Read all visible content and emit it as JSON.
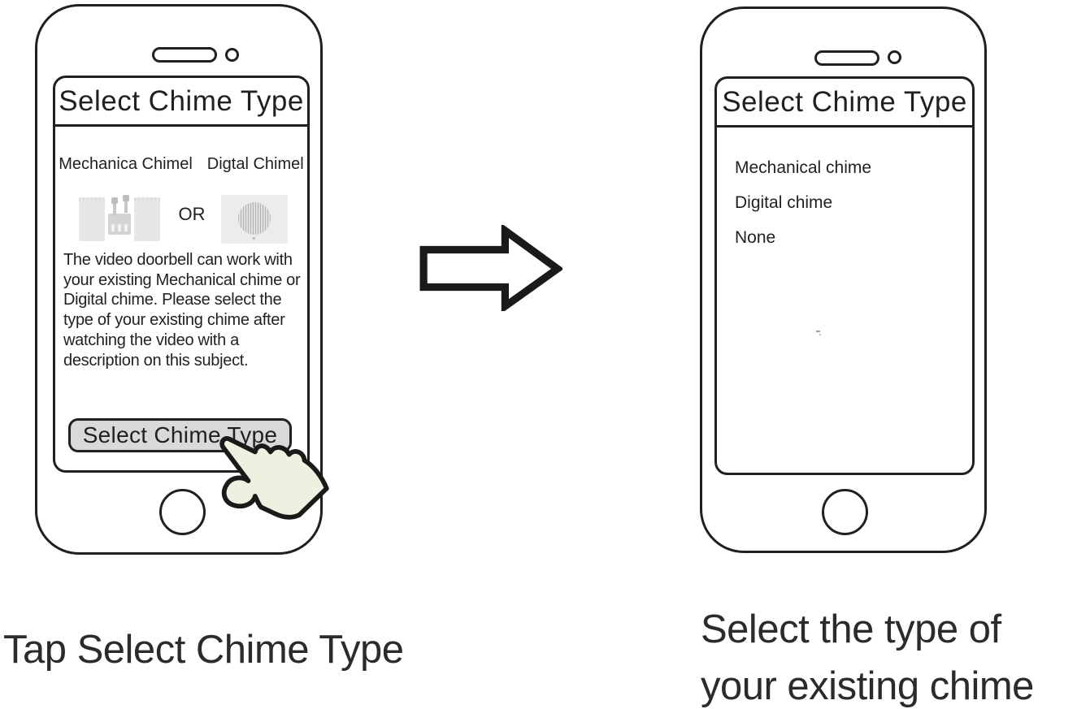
{
  "step1": {
    "screen_title": "Select Chime Type",
    "label_mechanical": "Mechanica Chimel",
    "label_digital": "Digtal Chimel",
    "or_label": "OR",
    "description": "The video doorbell can work with your existing Mechanical chime or Digital chime. Please select the type of your existing chime after watching the video with a description on this subject.",
    "button_label": "Select Chime Type",
    "caption": "Tap Select Chime Type"
  },
  "step2": {
    "screen_title": "Select Chime Type",
    "options": [
      "Mechanical chime",
      "Digital chime",
      "None"
    ],
    "caption_lines": [
      "Select the type of",
      "your existing chime"
    ]
  },
  "icons": {
    "arrow": "next-step-arrow",
    "hand": "tap-hand-icon",
    "mechanical_chime": "mechanical-chime-image",
    "digital_chime": "digital-chime-image"
  },
  "colors": {
    "outline": "#231f20",
    "button_fill": "#d9d9d9",
    "hand_fill": "#edf2e0",
    "chime_image_gray": "#e9e9e9"
  }
}
